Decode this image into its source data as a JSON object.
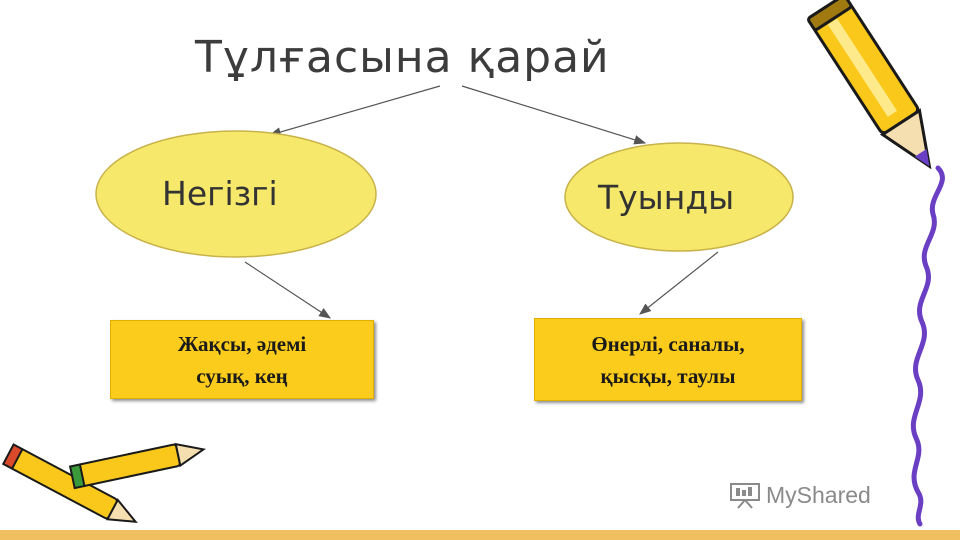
{
  "diagram": {
    "title": "Тұлғасына қарай",
    "nodes": [
      {
        "id": "root",
        "label": "Тұлғасына қарай"
      },
      {
        "id": "base",
        "label": "Негізгі"
      },
      {
        "id": "derived",
        "label": "Туынды"
      }
    ],
    "boxes": [
      {
        "id": "base-examples",
        "lines": [
          "Жақсы, әдемі",
          "суық, кең"
        ]
      },
      {
        "id": "derived-examples",
        "lines": [
          "Өнерлі, саналы,",
          "қысқы, таулы"
        ]
      }
    ],
    "edges": [
      {
        "from": "root",
        "to": "base"
      },
      {
        "from": "root",
        "to": "derived"
      },
      {
        "from": "base",
        "to": "base-examples"
      },
      {
        "from": "derived",
        "to": "derived-examples"
      }
    ]
  },
  "colors": {
    "ellipse_fill": "#f6e86a",
    "box_fill": "#fccc1c",
    "arrow": "#555555",
    "pencil_body": "#f9c81a",
    "squiggle": "#6a3fc4"
  },
  "watermark": {
    "icon": "projector-icon",
    "text": "MyShared"
  }
}
